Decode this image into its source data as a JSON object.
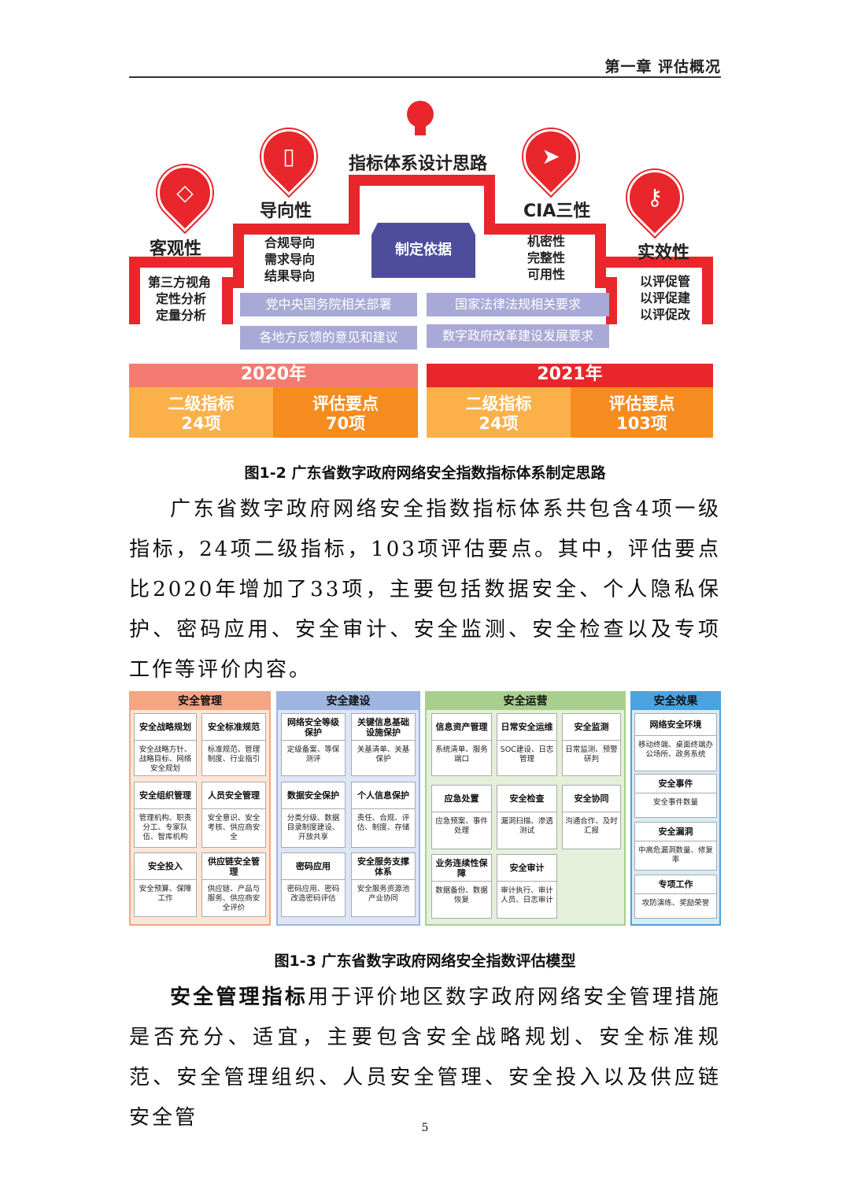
{
  "header": {
    "chapter": "第一章  评估概况"
  },
  "figure2": {
    "bulb_icon": "lightbulb-icon",
    "title": "指标体系设计思路",
    "pins": [
      {
        "icon": "diamond-icon",
        "glyph": "◇",
        "label": "客观性",
        "items": [
          "第三方视角",
          "定性分析",
          "定量分析"
        ]
      },
      {
        "icon": "mouse-icon",
        "glyph": "▯",
        "label": "导向性",
        "items": [
          "合规导向",
          "需求导向",
          "结果导向"
        ]
      },
      {
        "icon": "paper-plane-icon",
        "glyph": "➤",
        "label": "CIA三性",
        "items": [
          "机密性",
          "完整性",
          "可用性"
        ]
      },
      {
        "icon": "key-icon",
        "glyph": "⚷",
        "label": "实效性",
        "items": [
          "以评促管",
          "以评促建",
          "以评促改"
        ]
      }
    ],
    "basis": "制定依据",
    "basis_items": [
      "党中央国务院相关部署",
      "国家法律法规相关要求",
      "各地方反馈的意见和建议",
      "数字政府改革建设发展要求"
    ],
    "years": [
      {
        "year": "2020年",
        "left_label": "二级指标",
        "left_value": "24项",
        "right_label": "评估要点",
        "right_value": "70项"
      },
      {
        "year": "2021年",
        "left_label": "二级指标",
        "left_value": "24项",
        "right_label": "评估要点",
        "right_value": "103项"
      }
    ],
    "caption": "图1-2  广东省数字政府网络安全指数指标体系制定思路",
    "colors": {
      "red": "#e8262b",
      "salmon": "#f47b72",
      "orange_light": "#fbb04a",
      "orange": "#f68b1f",
      "purple": "#4e4d9c",
      "lavender": "#a8a9d6"
    }
  },
  "paragraph1": "广东省数字政府网络安全指数指标体系共包含4项一级指标，24项二级指标，103项评估要点。其中，评估要点比2020年增加了33项，主要包括数据安全、个人隐私保护、密码应用、安全审计、安全监测、安全检查以及专项工作等评价内容。",
  "figure3": {
    "columns": [
      {
        "title": "安全管理",
        "boxes": [
          {
            "title": "安全战略规划",
            "body": "安全战略方针、战略目标、网络安全规划"
          },
          {
            "title": "安全标准规范",
            "body": "标准规范、管理制度、行业指引"
          },
          {
            "title": "安全组织管理",
            "body": "管理机构、职责分工、专家队伍、智库机构"
          },
          {
            "title": "人员安全管理",
            "body": "安全意识、安全考核、供应商安全"
          },
          {
            "title": "安全投入",
            "body": "安全预算、保障工作"
          },
          {
            "title": "供应链安全管理",
            "body": "供应链、产品与服务、供应商安全评价"
          }
        ]
      },
      {
        "title": "安全建设",
        "boxes": [
          {
            "title": "网络安全等级保护",
            "body": "定级备案、等保测评"
          },
          {
            "title": "关键信息基础设施保护",
            "body": "关基清单、关基保护"
          },
          {
            "title": "数据安全保护",
            "body": "分类分级、数据目录制度建设、开放共享"
          },
          {
            "title": "个人信息保护",
            "body": "责任、合规、评估、制度、存储"
          },
          {
            "title": "密码应用",
            "body": "密码应用、密码改造密码评估"
          },
          {
            "title": "安全服务支撑体系",
            "body": "安全服务资源池产业协同"
          }
        ]
      },
      {
        "title": "安全运营",
        "boxes": [
          {
            "title": "信息资产管理",
            "body": "系统清单、服务端口"
          },
          {
            "title": "日常安全运维",
            "body": "SOC建设、日志管理"
          },
          {
            "title": "安全监测",
            "body": "日常监测、预警研判"
          },
          {
            "title": "应急处置",
            "body": "应急预案、事件处理"
          },
          {
            "title": "安全检查",
            "body": "漏洞扫描、渗透测试"
          },
          {
            "title": "安全协同",
            "body": "沟通合作、及时汇报"
          },
          {
            "title": "业务连续性保障",
            "body": "数据备份、数据恢复"
          },
          {
            "title": "安全审计",
            "body": "审计执行、审计人员、日志审计"
          }
        ]
      },
      {
        "title": "安全效果",
        "boxes": [
          {
            "title": "网络安全环境",
            "body": "移动终端、桌面终端办公场所、政务系统"
          },
          {
            "title": "安全事件",
            "body": "安全事件数量"
          },
          {
            "title": "安全漏洞",
            "body": "中高危漏洞数量、修复率"
          },
          {
            "title": "专项工作",
            "body": "攻防演练、奖励荣誉"
          }
        ]
      }
    ],
    "caption": "图1-3  广东省数字政府网络安全指数评估模型",
    "colors": {
      "mgmt": "#f4a582",
      "mgmt_bg": "#fde6d8",
      "build": "#9db5e0",
      "build_bg": "#dde6f6",
      "ops": "#a9cf8e",
      "ops_bg": "#e4f0da",
      "effect": "#4aa3df",
      "effect_bg": "#d6ebf8"
    }
  },
  "paragraph2": {
    "bold": "安全管理指标",
    "text": "用于评价地区数字政府网络安全管理措施是否充分、适宜，主要包含安全战略规划、安全标准规范、安全管理组织、人员安全管理、安全投入以及供应链安全管"
  },
  "page_number": "5"
}
